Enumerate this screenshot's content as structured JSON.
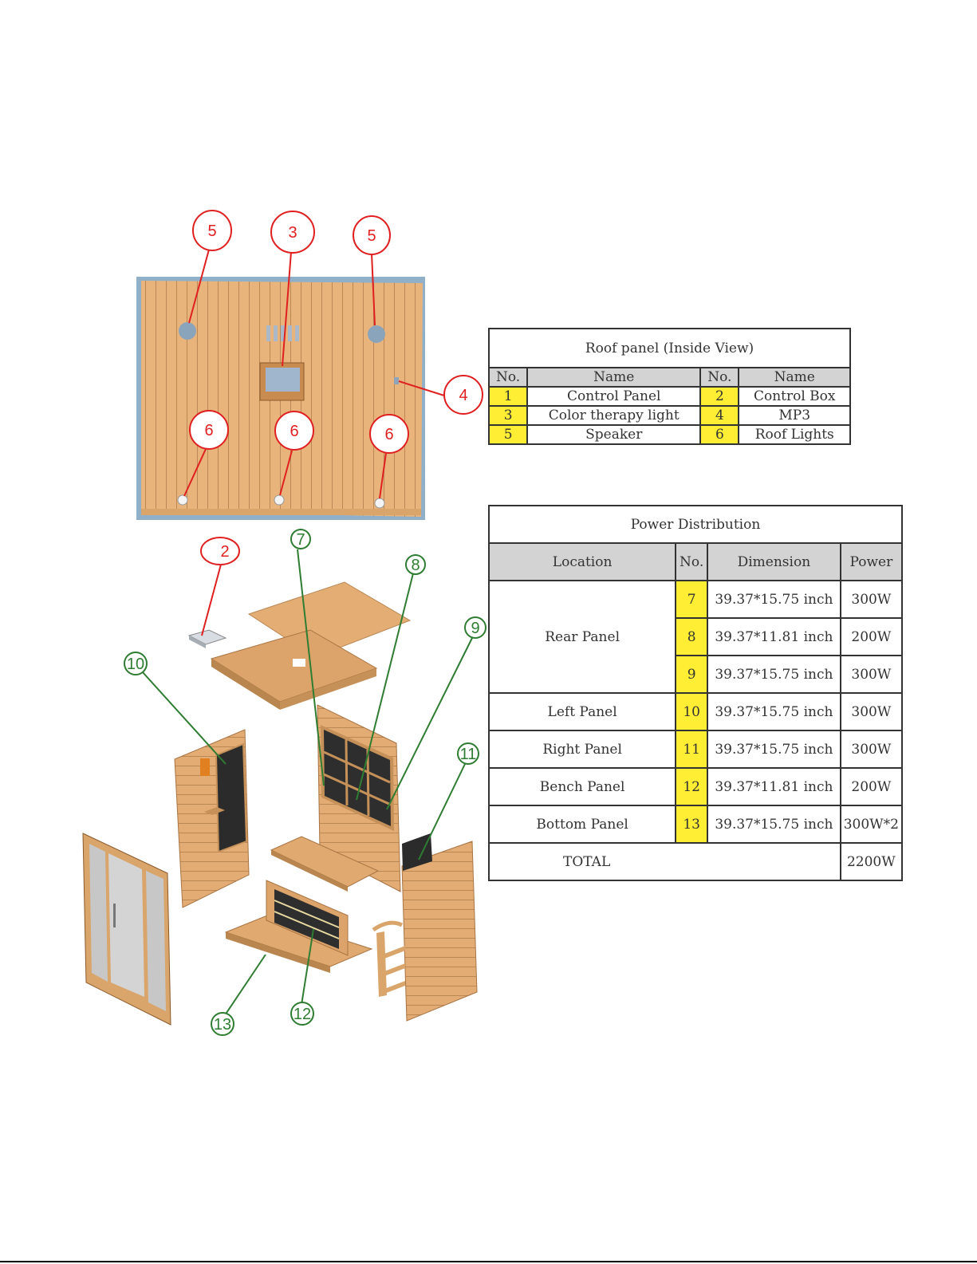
{
  "callouts": {
    "c2": "2",
    "c3": "3",
    "c4": "4",
    "c5a": "5",
    "c5b": "5",
    "c6a": "6",
    "c6b": "6",
    "c6c": "6",
    "c7": "7",
    "c8": "8",
    "c9": "9",
    "c10": "10",
    "c11": "11",
    "c12": "12",
    "c13": "13"
  },
  "colors": {
    "red_callout": "#e02020",
    "green_callout": "#2e7d32",
    "wood": "#e8b47c",
    "highlight": "#ffee33",
    "header": "#d3d3d4"
  },
  "roof_table": {
    "title": "Roof panel (Inside View)",
    "headers": [
      "No.",
      "Name",
      "No.",
      "Name"
    ],
    "rows": [
      [
        "1",
        "Control Panel",
        "2",
        "Control Box"
      ],
      [
        "3",
        "Color therapy light",
        "4",
        "MP3"
      ],
      [
        "5",
        "Speaker",
        "6",
        "Roof Lights"
      ]
    ]
  },
  "power_table": {
    "title": "Power Distribution",
    "headers": [
      "Location",
      "No.",
      "Dimension",
      "Power"
    ],
    "rear_label": "Rear Panel",
    "rear_rows": [
      {
        "no": "7",
        "dim": "39.37*15.75 inch",
        "power": "300W"
      },
      {
        "no": "8",
        "dim": "39.37*11.81 inch",
        "power": "200W"
      },
      {
        "no": "9",
        "dim": "39.37*15.75 inch",
        "power": "300W"
      }
    ],
    "other_rows": [
      {
        "loc": "Left Panel",
        "no": "10",
        "dim": "39.37*15.75 inch",
        "power": "300W"
      },
      {
        "loc": "Right Panel",
        "no": "11",
        "dim": "39.37*15.75 inch",
        "power": "300W"
      },
      {
        "loc": "Bench Panel",
        "no": "12",
        "dim": "39.37*11.81 inch",
        "power": "200W"
      },
      {
        "loc": "Bottom Panel",
        "no": "13",
        "dim": "39.37*15.75 inch",
        "power": "300W*2"
      }
    ],
    "total_label": "TOTAL",
    "total_value": "2200W"
  }
}
